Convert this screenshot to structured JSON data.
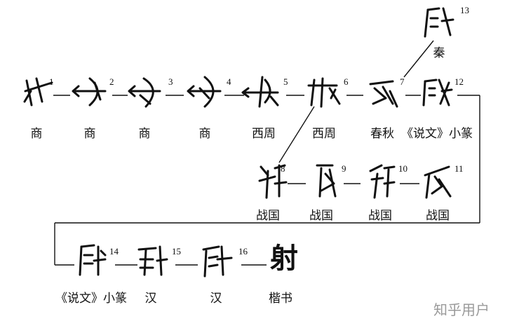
{
  "nodes": [
    {
      "id": "n1",
      "glyph": "",
      "number": "1",
      "era": "商"
    },
    {
      "id": "n2",
      "glyph": "",
      "number": "2",
      "era": "商"
    },
    {
      "id": "n3",
      "glyph": "",
      "number": "3",
      "era": "商"
    },
    {
      "id": "n4",
      "glyph": "",
      "number": "4",
      "era": "商"
    },
    {
      "id": "n5",
      "glyph": "",
      "number": "5",
      "era": "西周"
    },
    {
      "id": "n6",
      "glyph": "",
      "number": "6",
      "era": "西周"
    },
    {
      "id": "n7",
      "glyph": "",
      "number": "7",
      "era": "春秋"
    },
    {
      "id": "n12",
      "glyph": "",
      "number": "12",
      "era": "《说文》小篆"
    },
    {
      "id": "n13",
      "glyph": "",
      "number": "13",
      "era": "秦"
    },
    {
      "id": "n8",
      "glyph": "",
      "number": "8",
      "era": "战国"
    },
    {
      "id": "n9",
      "glyph": "",
      "number": "9",
      "era": "战国"
    },
    {
      "id": "n10",
      "glyph": "",
      "number": "10",
      "era": "战国"
    },
    {
      "id": "n11",
      "glyph": "",
      "number": "11",
      "era": "战国"
    },
    {
      "id": "n14",
      "glyph": "",
      "number": "14",
      "era": "《说文》小篆"
    },
    {
      "id": "n15",
      "glyph": "",
      "number": "15",
      "era": "汉"
    },
    {
      "id": "n16",
      "glyph": "",
      "number": "16",
      "era": "汉"
    },
    {
      "id": "n17",
      "glyph": "射",
      "number": "",
      "era": "楷书"
    }
  ],
  "watermark": "知乎用户"
}
